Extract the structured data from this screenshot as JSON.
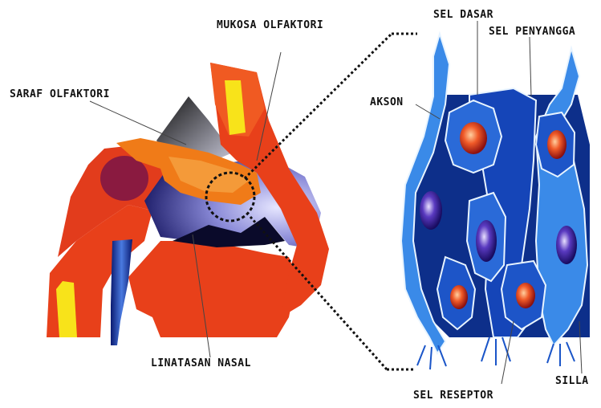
{
  "labels": {
    "saraf_olfaktori": "SARAF OLFAKTORI",
    "mukosa_olfaktori": "MUKOSA OLFAKTORI",
    "linatasan_nasal": "LINATASAN NASAL",
    "sel_dasar": "SEL DASAR",
    "sel_penyangga": "SEL PENYANGGA",
    "akson": "AKSON",
    "sel_reseptor": "SEL RESEPTOR",
    "silla": "SILLA"
  },
  "colors": {
    "nose_red": "#e8401a",
    "nose_dark_red": "#b3121c",
    "nose_orange": "#f07b18",
    "nose_yellow": "#f8e31a",
    "cavity_navy": "#1a1a6e",
    "cavity_lavender": "#c8c8f0",
    "cell_blue": "#1f5fd0",
    "cell_light": "#4aa8f0",
    "cell_outline": "#0d2f8a",
    "nucleus_red": "#e04020",
    "nucleus_purple": "#3a2a9a"
  }
}
